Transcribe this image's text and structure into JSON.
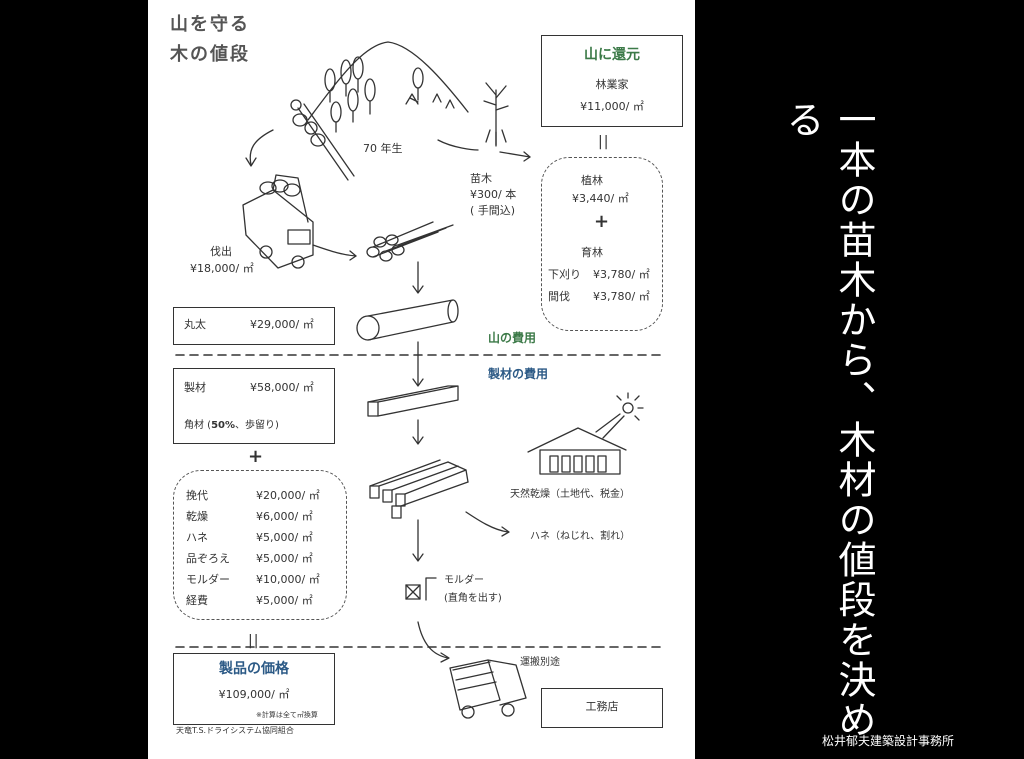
{
  "document": {
    "title_line1": "山を守る",
    "title_line2": "木の値段",
    "forest_return": {
      "heading": "山に還元",
      "label": "林業家",
      "price": "¥11,000/ ㎡"
    },
    "age_label": "70 年生",
    "seedling": {
      "label": "苗木",
      "price": "¥300/ 本",
      "note": "( 手間込)"
    },
    "planting": {
      "label": "植林",
      "price": "¥3,440/ ㎡",
      "nurture_label": "育林",
      "weeding_label": "下刈り",
      "weeding_price": "¥3,780/ ㎡",
      "thinning_label": "間伐",
      "thinning_price": "¥3,780/ ㎡"
    },
    "felling": {
      "label": "伐出",
      "price": "¥18,000/ ㎡"
    },
    "log": {
      "label": "丸太",
      "price": "¥29,000/ ㎡"
    },
    "mountain_cost_label": "山の費用",
    "sawmill_cost_label": "製材の費用",
    "lumber": {
      "label": "製材",
      "price": "¥58,000/ ㎡",
      "note_prefix": "角材 (",
      "note_bold": "50%",
      "note_suffix": "、歩留り)"
    },
    "costs": [
      {
        "label": "挽代",
        "price": "¥20,000/ ㎡"
      },
      {
        "label": "乾燥",
        "price": "¥6,000/ ㎡"
      },
      {
        "label": "ハネ",
        "price": "¥5,000/ ㎡"
      },
      {
        "label": "品ぞろえ",
        "price": "¥5,000/ ㎡"
      },
      {
        "label": "モルダー",
        "price": "¥10,000/ ㎡"
      },
      {
        "label": "経費",
        "price": "¥5,000/ ㎡"
      }
    ],
    "natural_drying": "天然乾燥（土地代、税金）",
    "reject": "ハネ（ねじれ、割れ）",
    "molder_label": "モルダー",
    "molder_note": "(直角を出す)",
    "transport": "運搬別途",
    "product": {
      "heading": "製品の価格",
      "price": "¥109,000/ ㎡",
      "note": "※計算は全て㎥換算"
    },
    "cooperative": "天竜T.S.ドライシステム協同組合",
    "builder": "工務店",
    "equals": "||",
    "plus": "+"
  },
  "side_title": "一本の苗木から、木材の値段を決める",
  "credit": "松井郁夫建築設計事務所"
}
